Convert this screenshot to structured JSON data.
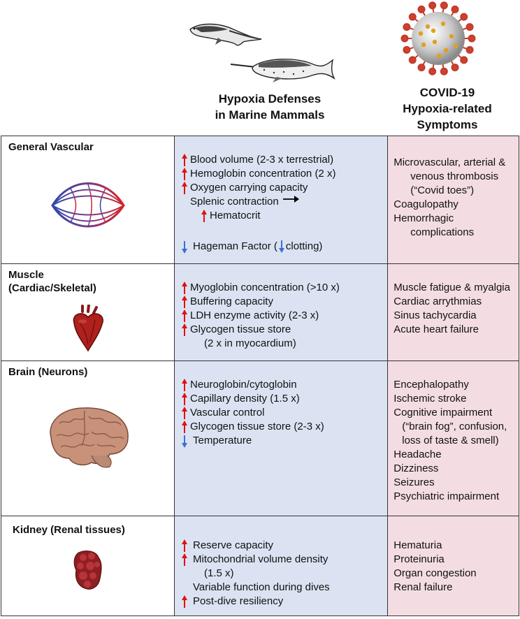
{
  "headers": {
    "marine": [
      "Hypoxia Defenses",
      "in Marine Mammals"
    ],
    "covid": [
      "COVID-19",
      "Hypoxia-related",
      "Symptoms"
    ]
  },
  "colors": {
    "up_arrow": "#e01010",
    "down_arrow": "#3a6fd0",
    "marine_bg": "#dbe3f2",
    "covid_bg": "#f3dde3"
  },
  "rows": [
    {
      "organ": "General Vascular",
      "organ_icon": "blood-vessel-network-icon",
      "marine": {
        "l1": "Blood volume (2-3 x terrestrial)",
        "l2": "Hemoglobin concentration (2 x)",
        "l3": "Oxygen carrying capacity",
        "l4": "Splenic contraction",
        "l5": "Hematocrit",
        "l6a": "Hageman Factor (",
        "l6b": "clotting)"
      },
      "covid": {
        "l1": "Microvascular, arterial &",
        "l2": "venous thrombosis",
        "l3": "(“Covid toes”)",
        "l4": "Coagulopathy",
        "l5": "Hemorrhagic",
        "l6": "complications"
      }
    },
    {
      "organ_l1": "Muscle",
      "organ_l2": "(Cardiac/Skeletal)",
      "organ_icon": "heart-icon",
      "marine": {
        "l1": "Myoglobin concentration (>10 x)",
        "l2": "Buffering capacity",
        "l3": "LDH enzyme activity (2-3 x)",
        "l4": "Glycogen tissue store",
        "l5": "(2 x in myocardium)"
      },
      "covid": {
        "l1": "Muscle fatigue & myalgia",
        "l2": "Cardiac arrythmias",
        "l3": "Sinus tachycardia",
        "l4": "Acute heart failure"
      }
    },
    {
      "organ": "Brain (Neurons)",
      "organ_icon": "brain-icon",
      "marine": {
        "l1": "Neuroglobin/cytoglobin",
        "l2": "Capillary density (1.5 x)",
        "l3": "Vascular control",
        "l4": "Glycogen tissue store (2-3 x)",
        "l5": "Temperature"
      },
      "covid": {
        "l1": "Encephalopathy",
        "l2": "Ischemic stroke",
        "l3": "Cognitive impairment",
        "l4": "(“brain fog”, confusion,",
        "l5": "loss of taste & smell)",
        "l6": "Headache",
        "l7": "Dizziness",
        "l8": "Seizures",
        "l9": "Psychiatric impairment"
      }
    },
    {
      "organ": "Kidney (Renal tissues)",
      "organ_icon": "kidney-icon",
      "marine": {
        "l1": "Reserve capacity",
        "l2": "Mitochondrial volume density",
        "l3": "(1.5 x)",
        "l4": "Variable function during dives",
        "l5": "Post-dive resiliency"
      },
      "covid": {
        "l1": "Hematuria",
        "l2": "Proteinuria",
        "l3": "Organ congestion",
        "l4": "Renal failure"
      }
    }
  ]
}
